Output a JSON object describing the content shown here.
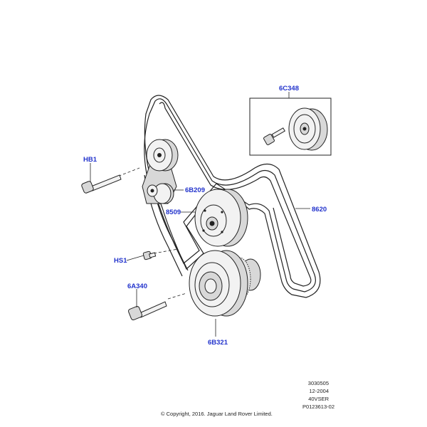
{
  "callouts": {
    "tensioner_pulley": "6C348",
    "bolt_hb1": "HB1",
    "tensioner": "6B209",
    "water_pump_pulley": "8509",
    "belt": "8620",
    "bolt_hs1": "HS1",
    "bolt_6a340": "6A340",
    "crank_pulley": "6B321"
  },
  "meta": {
    "line1": "3030505",
    "line2": "12-2004",
    "line3": "40VSER",
    "line4": "P0123613-02",
    "copyright": "© Copyright, 2016. Jaguar Land Rover Limited."
  }
}
